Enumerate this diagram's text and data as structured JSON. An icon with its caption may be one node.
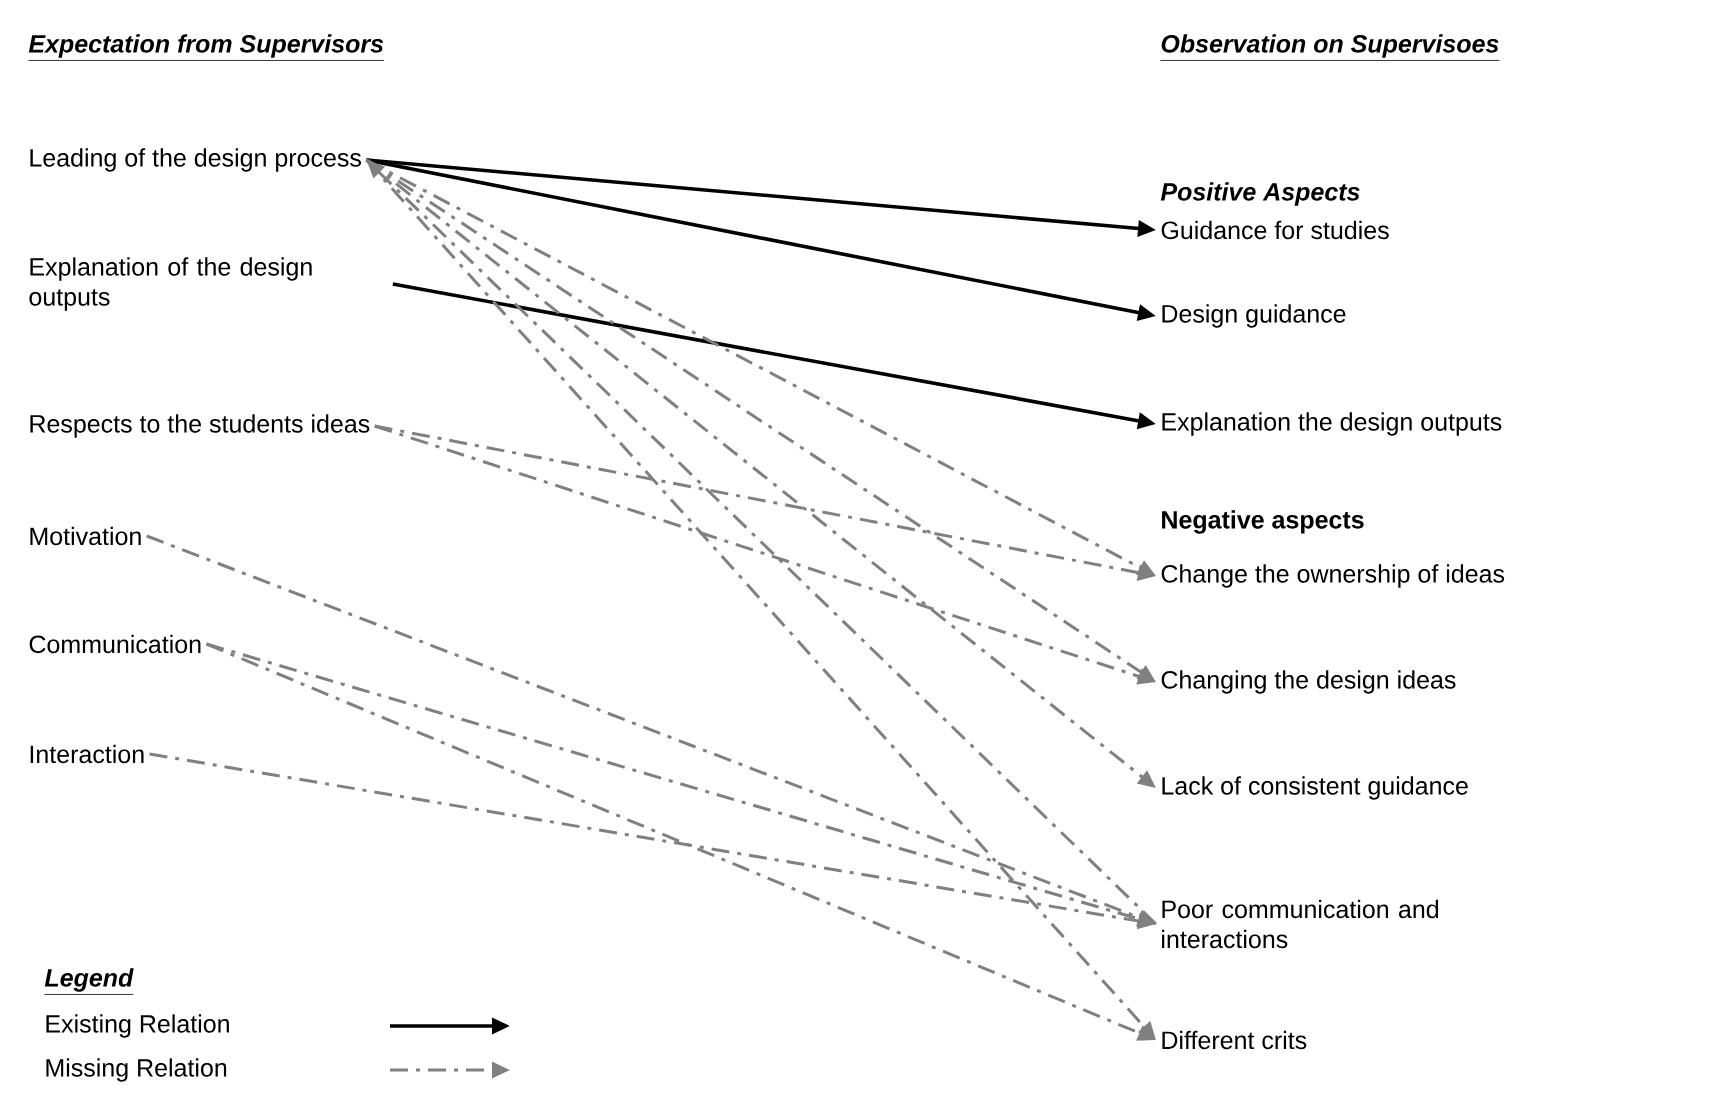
{
  "diagram": {
    "nodes": [
      {
        "text": [
          "Leading of the design process"
        ]
      },
      {
        "text": [
          "Explanation of the design outputs"
        ]
      },
      {
        "text": [
          "Respects to the students ideas"
        ]
      },
      {
        "text": [
          "Motivation"
        ]
      },
      {
        "text": [
          "Communication"
        ]
      },
      {
        "text": [
          "Interaction"
        ]
      },
      {
        "text": [
          "Guidance for studies"
        ]
      },
      {
        "text": [
          "Design guidance"
        ]
      },
      {
        "text": [
          "Explanation the design outputs"
        ]
      },
      {
        "text": [
          "Change the ownership of ideas"
        ]
      },
      {
        "text": [
          "Changing the design ideas"
        ]
      },
      {
        "text": [
          "Lack of consistent guidance"
        ]
      },
      {
        "text": [
          "Poor communication and interactions"
        ]
      },
      {
        "text": [
          "Different crits"
        ]
      }
    ],
    "edges": [
      {
        "from": 0,
        "to": 6,
        "arrow": "to",
        "color": "#000000"
      },
      {
        "from": 0,
        "to": 7,
        "arrow": "to",
        "color": "#000000"
      },
      {
        "from": 1,
        "to": 8,
        "arrow": "to",
        "color": "#000000"
      },
      {
        "from": 0,
        "to": 9,
        "arrow": "to",
        "style": "dashed"
      },
      {
        "from": 0,
        "to": 10,
        "arrow": "to",
        "style": "dashed"
      },
      {
        "from": 0,
        "to": 11,
        "arrow": "to",
        "style": "dashed"
      },
      {
        "from": 12,
        "to": 0,
        "arrow": "to",
        "style": "dashed"
      },
      {
        "from": 0,
        "to": 13,
        "arrow": "to",
        "style": "dashed"
      },
      {
        "from": 2,
        "to": 9,
        "arrow": "to",
        "style": "dashed"
      },
      {
        "from": 2,
        "to": 10,
        "arrow": "to",
        "style": "dashed"
      },
      {
        "from": 3,
        "to": 12,
        "arrow": "to",
        "style": "dashed"
      },
      {
        "from": 4,
        "to": 12,
        "arrow": "to",
        "style": "dashed"
      },
      {
        "from": 4,
        "to": 13,
        "arrow": "to",
        "style": "dashed"
      },
      {
        "from": 5,
        "to": 12,
        "arrow": "to",
        "style": "dashed"
      }
    ],
    "labels": [
      "Expectation from Supervisors",
      "Observation on Supervisoes",
      "Positive Aspects",
      "Negative aspects",
      "Legend"
    ],
    "legend": [
      {
        "text": "Existing Relation"
      },
      {
        "text": "Missing Relation"
      }
    ]
  }
}
